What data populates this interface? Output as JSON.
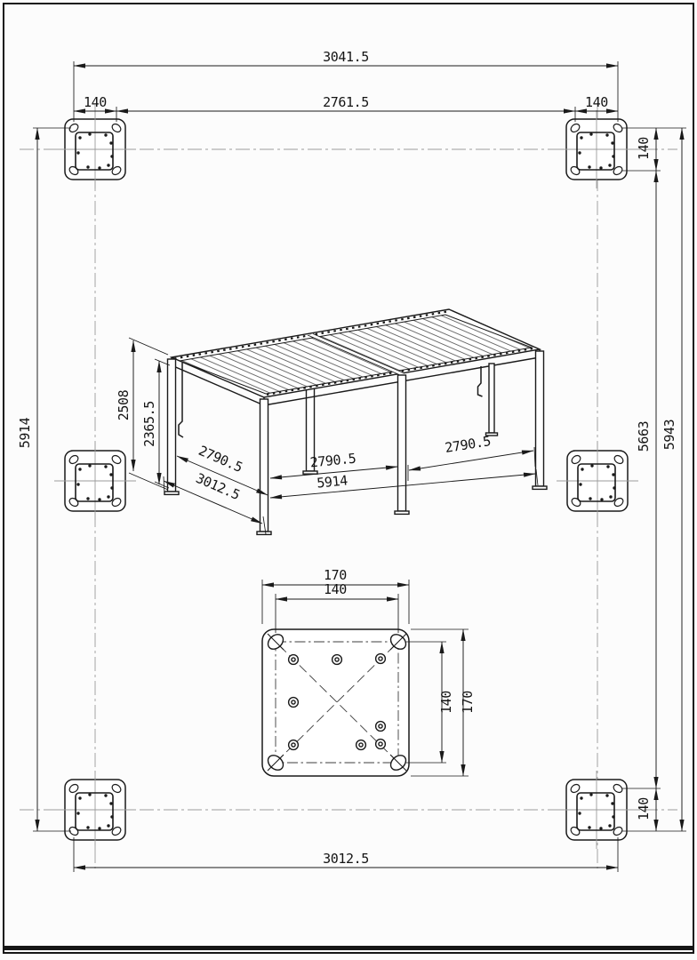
{
  "plan": {
    "dim_overall_width": "3041.5",
    "dim_inner_width": "2761.5",
    "dim_offset_left": "140",
    "dim_offset_right": "140",
    "dim_length_left": "5914",
    "dim_length_inner_right": "5663",
    "dim_length_outer_right": "5943",
    "dim_offset_right_top": "140",
    "dim_offset_right_bottom": "140",
    "dim_bottom_width": "3012.5"
  },
  "pergola": {
    "dim_height_outer": "2508",
    "dim_height_inner": "2365.5",
    "dim_depth_inner": "2790.5",
    "dim_depth_outer": "3012.5",
    "dim_bay_front": "2790.5",
    "dim_length_total": "5914",
    "dim_bay_right": "2790.5"
  },
  "base_plate_detail": {
    "dim_width_outer": "170",
    "dim_width_holes": "140",
    "dim_height_holes": "140",
    "dim_height_outer": "170"
  }
}
